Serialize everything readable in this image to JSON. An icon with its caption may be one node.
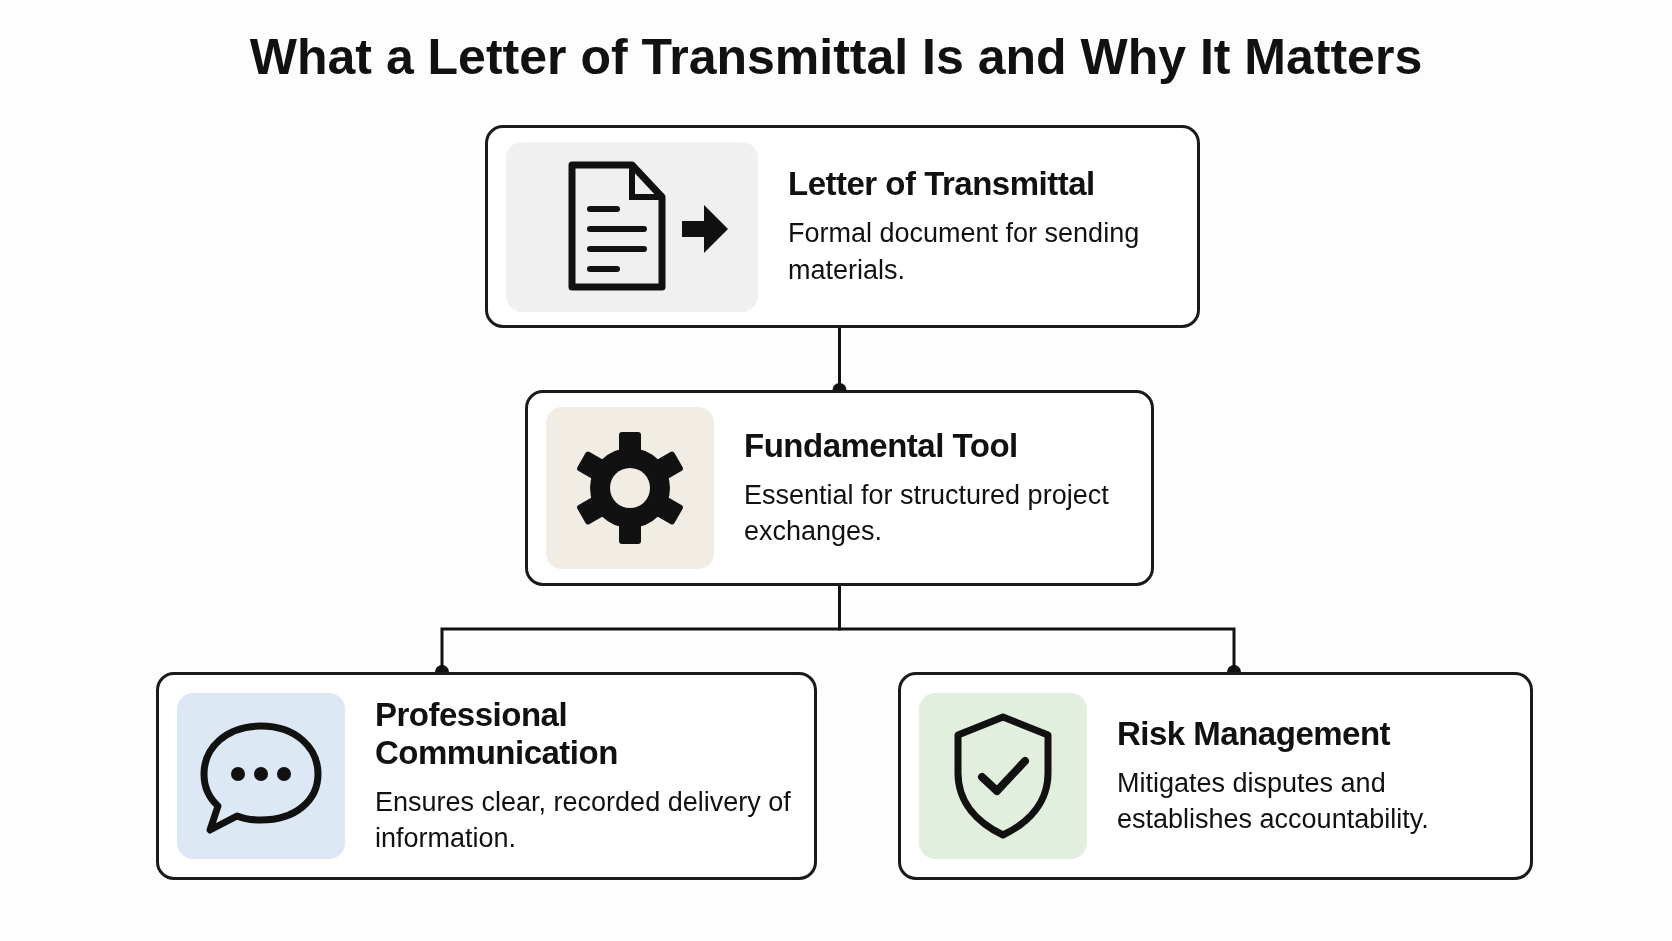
{
  "diagram": {
    "title": "What a Letter of Transmittal Is and Why It Matters",
    "nodes": [
      {
        "text": [
          "Letter of Transmittal",
          "Formal document for sending materials."
        ]
      },
      {
        "text": [
          "Fundamental Tool",
          "Essential for structured project exchanges."
        ]
      },
      {
        "text": [
          "Professional Communication",
          "Ensures clear, recorded delivery of information."
        ]
      },
      {
        "text": [
          "Risk Management",
          "Mitigates disputes and establishes accountability."
        ]
      }
    ],
    "edges": [
      {
        "from": 0,
        "to": 1,
        "arrow": "other"
      },
      {
        "from": 1,
        "to": 2,
        "arrow": "other"
      },
      {
        "from": 1,
        "to": 3,
        "arrow": "other"
      }
    ]
  }
}
